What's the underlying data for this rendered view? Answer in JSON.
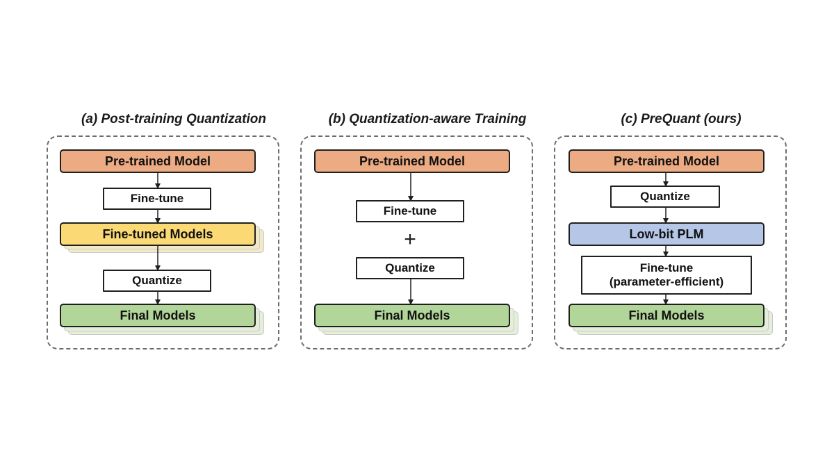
{
  "panels": {
    "a": {
      "title": "(a) Post-training Quantization",
      "pretrained": "Pre-trained Model",
      "finetune": "Fine-tune",
      "finetuned": "Fine-tuned Models",
      "quantize": "Quantize",
      "final": "Final Models"
    },
    "b": {
      "title": "(b) Quantization-aware Training",
      "pretrained": "Pre-trained Model",
      "finetune": "Fine-tune",
      "plus": "+",
      "quantize": "Quantize",
      "final": "Final Models"
    },
    "c": {
      "title": "(c) PreQuant (ours)",
      "pretrained": "Pre-trained Model",
      "quantize": "Quantize",
      "lowbit": "Low-bit PLM",
      "finetune_line1": "Fine-tune",
      "finetune_line2": "(parameter-efficient)",
      "final": "Final Models"
    }
  },
  "colors": {
    "pretrained": "#ecab83",
    "finetuned": "#fbd974",
    "lowbit": "#b5c6e7",
    "final": "#b2d59a"
  }
}
